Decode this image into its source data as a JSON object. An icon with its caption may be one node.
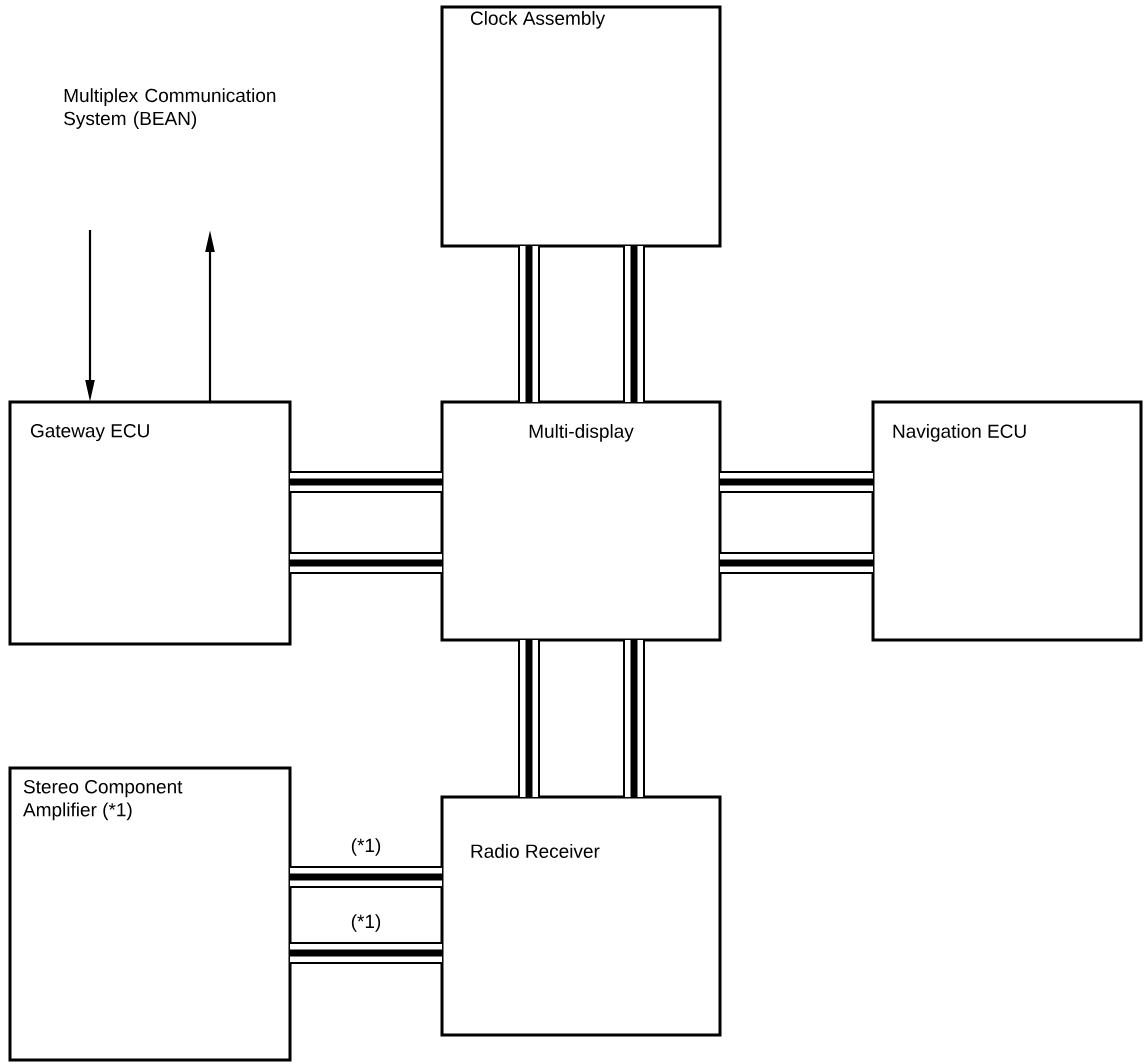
{
  "diagram": {
    "nodes": [
      {
        "text": [
          "Clock Assembly"
        ]
      },
      {
        "text": [
          "Gateway ECU"
        ]
      },
      {
        "text": [
          "Multi-display"
        ]
      },
      {
        "text": [
          "Navigation ECU"
        ]
      },
      {
        "text": [
          "Stereo Component Amplifier (*1)"
        ]
      },
      {
        "text": [
          "Radio Receiver"
        ]
      }
    ],
    "edges": [
      {
        "from": null,
        "to": 1,
        "arrow": "to"
      },
      {
        "from": 1,
        "to": null,
        "arrow": "to"
      },
      {
        "from": 0,
        "to": 2,
        "arrow": "none"
      },
      {
        "from": 0,
        "to": 2,
        "arrow": "none"
      },
      {
        "from": 1,
        "to": 2,
        "arrow": "none"
      },
      {
        "from": 1,
        "to": 2,
        "arrow": "none"
      },
      {
        "from": 2,
        "to": 3,
        "arrow": "none"
      },
      {
        "from": 2,
        "to": 3,
        "arrow": "none"
      },
      {
        "from": 2,
        "to": 5,
        "arrow": "none"
      },
      {
        "from": 2,
        "to": 5,
        "arrow": "none"
      },
      {
        "from": 4,
        "to": 5,
        "arrow": "none",
        "label": "(*1)"
      },
      {
        "from": 4,
        "to": 5,
        "arrow": "none",
        "label": "(*1)"
      }
    ],
    "labels": [
      "Multiplex Communication System (BEAN)"
    ]
  }
}
